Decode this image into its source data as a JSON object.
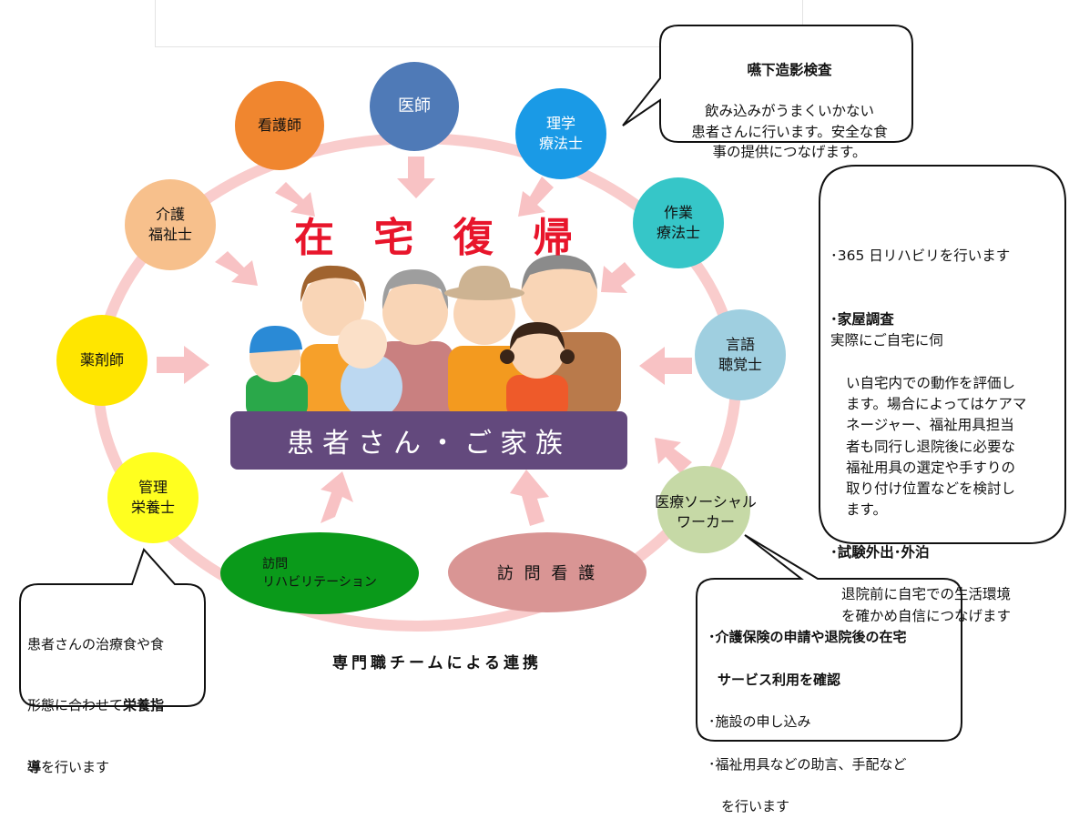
{
  "title": "在 宅 復 帰",
  "patient_label": "患者さん・ご家族",
  "caption": "専門職チームによる連携",
  "roles": {
    "doctor": "医師",
    "nurse": "看護師",
    "pt": "理学\n療法士",
    "ot": "作業\n療法士",
    "st": "言語\n聴覚士",
    "care_worker": "介護\n福祉士",
    "pharmacist": "薬剤師",
    "dietitian": "管理\n栄養士",
    "social_worker": "医療ソーシャル\nワーカー",
    "home_rehab": "訪問\nリハビリテーション",
    "home_nursing": "訪 問 看 護"
  },
  "bubbles": {
    "swallow": {
      "title": "嚥下造影検査",
      "body": "飲み込みがうまくいかない\n患者さんに行います。安全な食\n事の提供につなげます。"
    },
    "rehab": {
      "item1": "･365 日リハビリを行います",
      "item2_title": "･家屋調査",
      "item2_body_1": "実際にご自宅に伺",
      "item2_body_2": "い自宅内での動作を評価し\nます。場合によってはケアマ\nネージャー、福祉用具担当\n者も同行し退院後に必要な\n福祉用具の選定や手すりの\n取り付け位置などを検討し\nます。",
      "item3_title": "･試験外出･外泊",
      "item3_body": "退院前に自宅での生活環境\nを確かめ自信につなげます"
    },
    "nutrition": {
      "line1": "患者さんの治療食や食",
      "line2_pre": "形態に合わせて",
      "line2_bold": "栄養指",
      "line3_bold": "導",
      "line3_post": "を行います"
    },
    "social": {
      "line1": "･介護保険の申請や退院後の在宅",
      "line2": "サービス利用を確認",
      "line3": "･施設の申し込み",
      "line4": "･福祉用具などの助言、手配など",
      "line5": "を行います"
    }
  },
  "colors": {
    "doctor": "#4f7ab7",
    "nurse": "#f0862f",
    "pt": "#1a9ae6",
    "ot": "#36c6c8",
    "st": "#9fcfe0",
    "care_worker": "#f7c08c",
    "pharmacist": "#ffe600",
    "dietitian": "#ffff1f",
    "social_worker": "#c6d9a6",
    "home_rehab": "#0a9a1a",
    "home_nursing": "#d99594",
    "ring": "#f9cccc",
    "arrow": "#f8c2c4"
  }
}
